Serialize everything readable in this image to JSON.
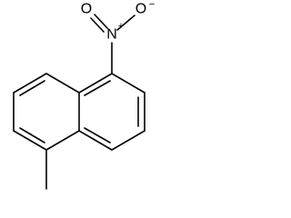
{
  "molecule": {
    "atoms": {
      "nitrogen": {
        "symbol": "N",
        "charge": "+"
      },
      "oxygen_left": {
        "symbol": "O"
      },
      "oxygen_right": {
        "symbol": "O",
        "charge": "−"
      }
    }
  },
  "colors": {
    "bond": "#000000",
    "background": "#ffffff"
  }
}
